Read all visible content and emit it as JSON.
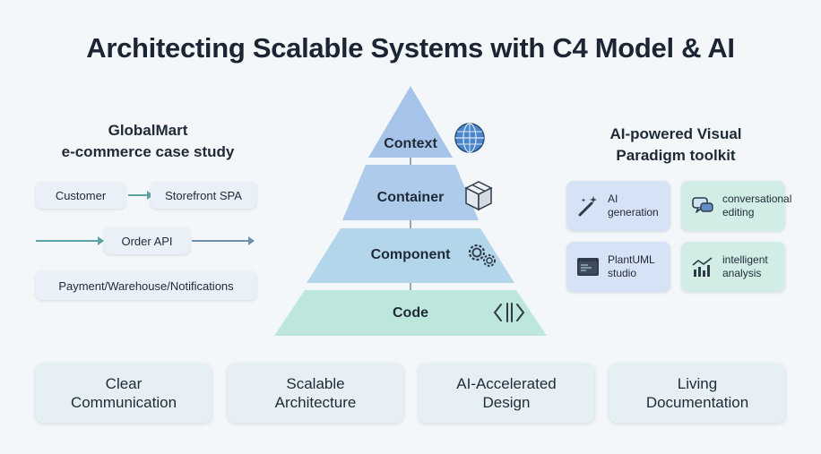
{
  "title": "Architecting Scalable Systems with C4 Model & AI",
  "case_study": {
    "title": "GlobalMart\ne-commerce case study",
    "nodes": {
      "customer": "Customer",
      "storefront": "Storefront SPA",
      "order_api": "Order API",
      "services": "Payment/Warehouse/Notifications"
    }
  },
  "pyramid": {
    "layers": [
      {
        "label": "Context",
        "icon": "globe-icon"
      },
      {
        "label": "Container",
        "icon": "box-icon"
      },
      {
        "label": "Component",
        "icon": "gears-icon"
      },
      {
        "label": "Code",
        "icon": "code-icon"
      }
    ]
  },
  "toolkit": {
    "title": "AI-powered Visual\nParadigm toolkit",
    "items": [
      {
        "label": "AI\ngeneration",
        "icon": "magic-wand-icon",
        "color": "#d6e2f5"
      },
      {
        "label": "conversational\nediting",
        "icon": "chat-icon",
        "color": "#d2ede6"
      },
      {
        "label": "PlantUML\nstudio",
        "icon": "terminal-icon",
        "color": "#d6e2f5"
      },
      {
        "label": "intelligent\nanalysis",
        "icon": "chart-icon",
        "color": "#d2ede6"
      }
    ]
  },
  "benefits": [
    "Clear\nCommunication",
    "Scalable\nArchitecture",
    "AI-Accelerated\nDesign",
    "Living\nDocumentation"
  ],
  "colors": {
    "pyramid_top": "#a8c7ec",
    "pyramid_bottom": "#bfe9dd",
    "accent_teal": "#5aa3a3",
    "accent_blue": "#6d8fb0"
  }
}
